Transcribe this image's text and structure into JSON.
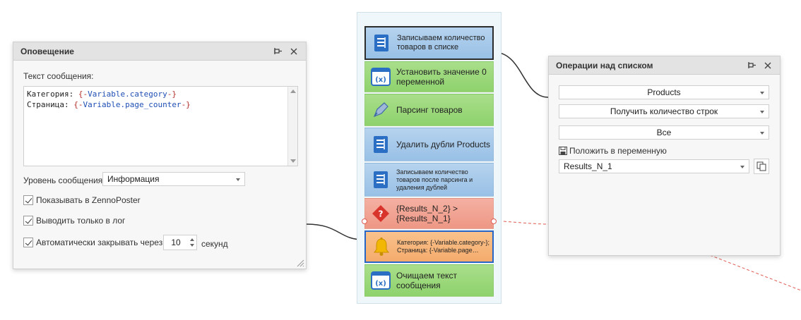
{
  "notification_panel": {
    "title": "Оповещение",
    "message_label": "Текст сообщения:",
    "message_lines": [
      {
        "label": "Категория: ",
        "open": "{-",
        "var": "Variable.category",
        "close": "-}"
      },
      {
        "label": "Страница: ",
        "open": "{-",
        "var": "Variable.page_counter",
        "close": "-}"
      }
    ],
    "level_label": "Уровень сообщения:",
    "level_value": "Информация",
    "show_in_zennoposter": "Показывать в ZennoPoster",
    "log_only": "Выводить только в лог",
    "auto_close_label": "Автоматически закрывать через",
    "auto_close_value": "10",
    "auto_close_unit": "секунд"
  },
  "blocks": [
    {
      "label": "Записываем количество товаров в списке",
      "color": "blue",
      "icon": "list-icon"
    },
    {
      "label": "Установить значение 0 переменной",
      "color": "green",
      "icon": "variable-icon"
    },
    {
      "label": "Парсинг товаров",
      "color": "blue",
      "icon": "pen-icon"
    },
    {
      "label": "Удалить дубли Products",
      "color": "blue",
      "icon": "list-icon"
    },
    {
      "label": "Записываем количество товаров после парсинга и удаления дублей",
      "color": "blue",
      "icon": "list-icon"
    },
    {
      "label": "{Results_N_2} > {Results_N_1}",
      "color": "red",
      "icon": "condition-icon"
    },
    {
      "label": "Категория: {-Variable.category-}; Страница: {-Variable.page…",
      "color": "orange",
      "icon": "bell-icon"
    },
    {
      "label": "Очищаем текст сообщения",
      "color": "green",
      "icon": "variable-icon"
    }
  ],
  "list_ops_panel": {
    "title": "Операции над списком",
    "list_value": "Products",
    "operation_value": "Получить количество строк",
    "scope_value": "Все",
    "save_label": "Положить в переменную",
    "variable_value": "Results_N_1"
  },
  "colors": {
    "block_blue": "#a8cbeb",
    "block_green": "#9ad87a",
    "block_red": "#f2a493",
    "block_orange": "#f7b67b",
    "wire": "#333333",
    "wire_false": "#e05a52"
  }
}
